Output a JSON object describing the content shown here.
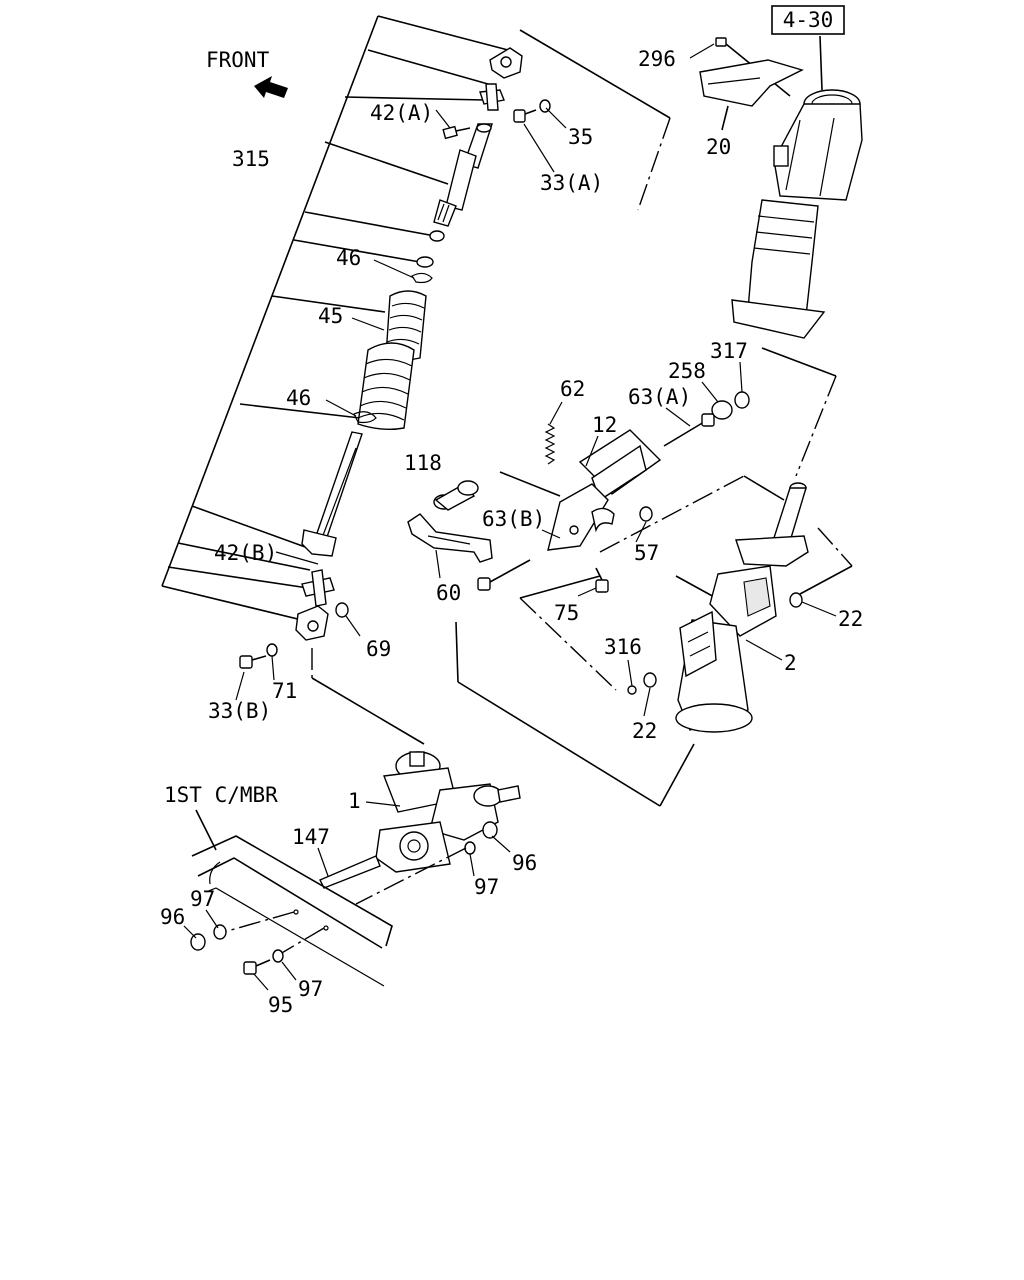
{
  "figure_code": "4-30",
  "orientation": {
    "front_label": "FRONT",
    "arrow_icon": "front-arrow-icon"
  },
  "crossmember_label": "1ST C/MBR",
  "callouts": {
    "c296": "296",
    "c20": "20",
    "c42a": "42(A)",
    "c35": "35",
    "c315": "315",
    "c33a": "33(A)",
    "c46_upper": "46",
    "c45": "45",
    "c46_lower": "46",
    "c62": "62",
    "c258": "258",
    "c317": "317",
    "c63a": "63(A)",
    "c12": "12",
    "c118": "118",
    "c63b": "63(B)",
    "c57": "57",
    "c42b": "42(B)",
    "c60": "60",
    "c75": "75",
    "c22_right": "22",
    "c69": "69",
    "c316": "316",
    "c2": "2",
    "c71": "71",
    "c33b": "33(B)",
    "c22_lower": "22",
    "c1": "1",
    "c147": "147",
    "c96_right": "96",
    "c97_mid": "97",
    "c97_left": "97",
    "c96_left": "96",
    "c97_bottom": "97",
    "c95": "95"
  }
}
